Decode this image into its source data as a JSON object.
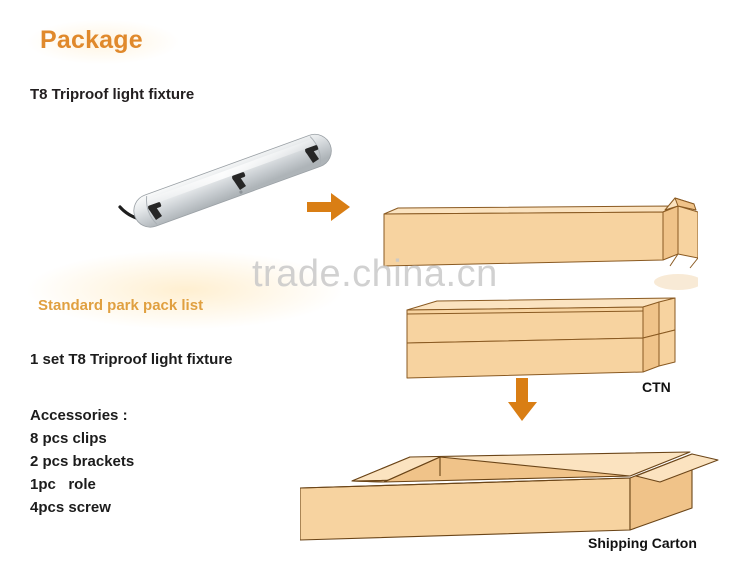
{
  "page": {
    "title": "Package",
    "watermark": "trade.china.cn"
  },
  "sections": {
    "product_caption": "T8 Triproof light fixture",
    "packlist_heading": "Standard park pack list",
    "packlist_main": "1 set T8 Triproof light fixture",
    "accessories_heading": "Accessories :",
    "accessories": [
      "8 pcs clips",
      "2 pcs brackets",
      "1pc   role",
      "4pcs screw"
    ]
  },
  "labels": {
    "ctn": "CTN",
    "shipping_carton": "Shipping Carton"
  },
  "colors": {
    "title_orange": "#e0892c",
    "heading_orange": "#e0a040",
    "arrow_orange": "#d97e14",
    "carton_face": "#f7d3a0",
    "carton_top": "#fbe3c0",
    "carton_side": "#f0c389",
    "carton_line": "#8a5a22",
    "fixture_body": "#d7dadc",
    "fixture_dark": "#2b2b2b",
    "watermark_gray": "#c9c9c9"
  }
}
